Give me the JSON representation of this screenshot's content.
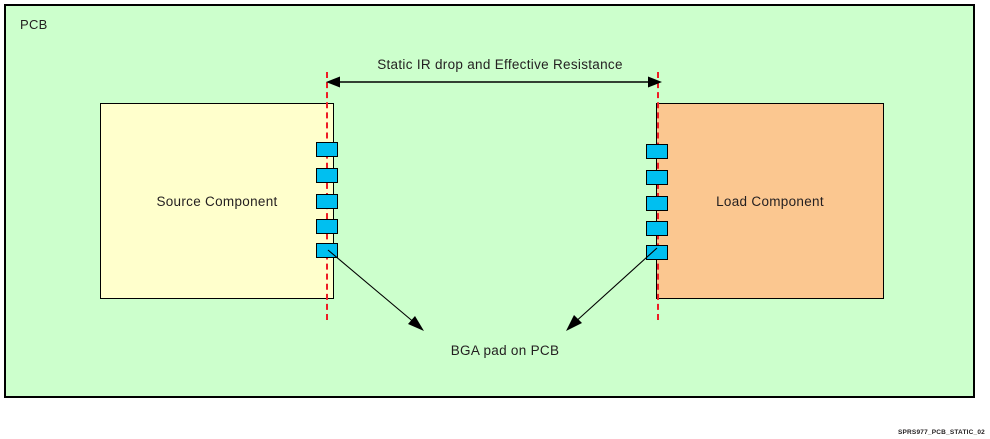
{
  "diagram": {
    "board": {
      "label": "PCB",
      "fill": "#ccffcc",
      "stroke": "#000000"
    },
    "components": [
      {
        "id": "source",
        "label": "Source Component",
        "fill": "#ffffcc",
        "stroke": "#000000"
      },
      {
        "id": "load",
        "label": "Load Component",
        "fill": "#fbc790",
        "stroke": "#000000"
      }
    ],
    "dimension": {
      "label": "Static IR drop and Effective Resistance",
      "style": "double-headed-arrow",
      "reference_line_color": "#ed1c24"
    },
    "callout": {
      "label": "BGA pad on PCB",
      "arrow_count": 2
    },
    "pads": {
      "color": "#00bff0",
      "stroke": "#000000",
      "count_per_component": 5,
      "source_positions_y": [
        142,
        168,
        194,
        220,
        243
      ],
      "load_positions_y": [
        144,
        170,
        196,
        222,
        245
      ]
    },
    "watermark": "SPRS977_PCB_STATIC_02"
  }
}
